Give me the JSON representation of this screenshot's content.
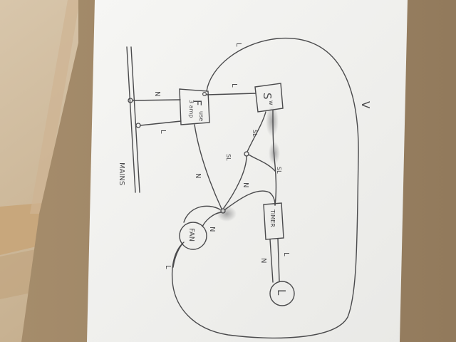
{
  "photo": {
    "subject": "hand-drawn wiring diagram on paper",
    "colors": {
      "floor": "#c9b497",
      "board": "#9c8466",
      "paper": "#f3f3f1",
      "pencil": "#4a4a4c"
    }
  },
  "diagram": {
    "mains_label": "MAINS",
    "fuse_text": "3 amp",
    "fuse_letter": "F",
    "fuse_sub": "use",
    "switch_letter": "S",
    "switch_sub": "w",
    "timer_label": "TIMER",
    "fan_label": "FAN",
    "lamp_label": "L",
    "wire_labels": {
      "n_top": "N",
      "l_left": "L",
      "l_top": "L",
      "l_right": "V",
      "sl_upper": "SL",
      "sl_mid": "SL",
      "sl_right": "SL",
      "n_fan_down": "N",
      "n_timer": "N",
      "n_fan": "N",
      "l_bottom_left": "L",
      "n_lamp": "N",
      "l_lamp": "L"
    }
  }
}
